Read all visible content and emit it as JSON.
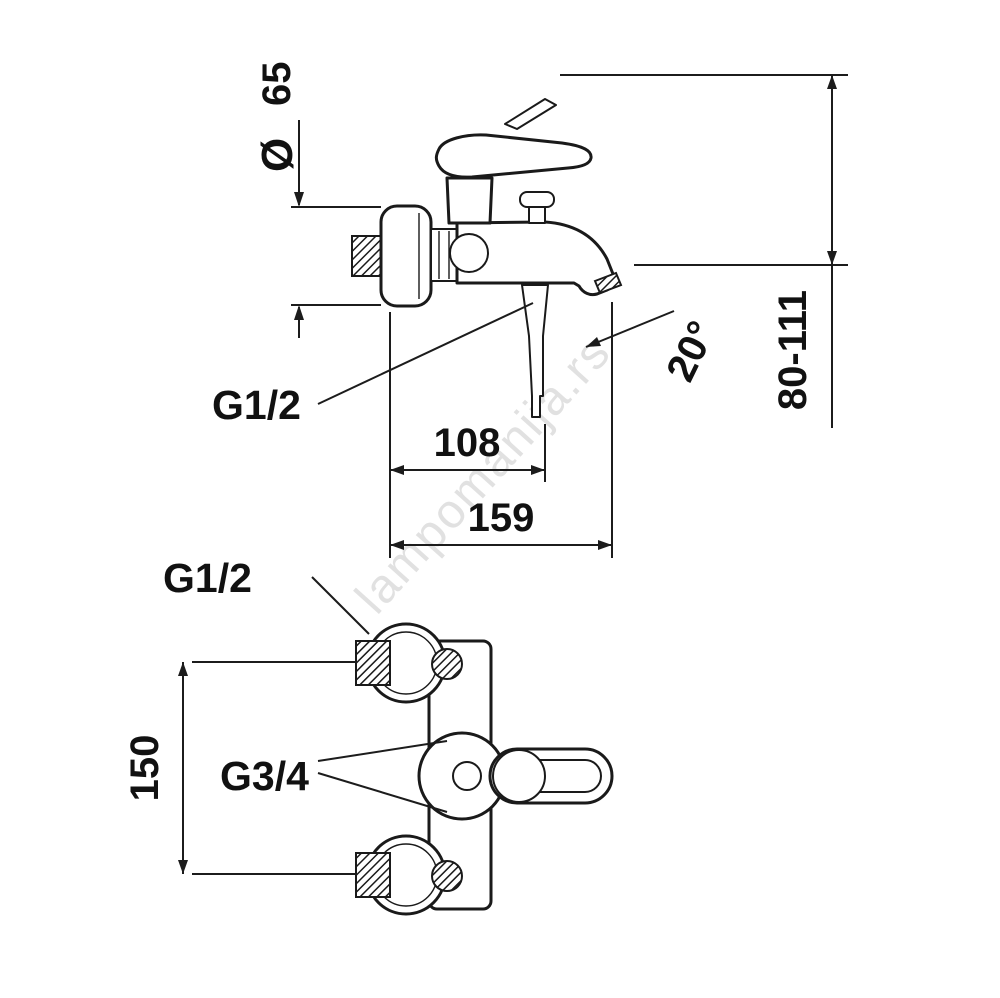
{
  "watermark": {
    "text": "lampomanija.rs",
    "color": "#c9c9c9"
  },
  "side_view": {
    "diameter_symbol": "Ø",
    "diameter_value": "65",
    "height_range": "80-111",
    "spout_reach": "108",
    "total_depth": "159",
    "spout_angle": "20°",
    "outlet_thread": "G1/2"
  },
  "front_view": {
    "inlet_thread": "G1/2",
    "union_thread": "G3/4",
    "inlet_spacing": "150"
  }
}
